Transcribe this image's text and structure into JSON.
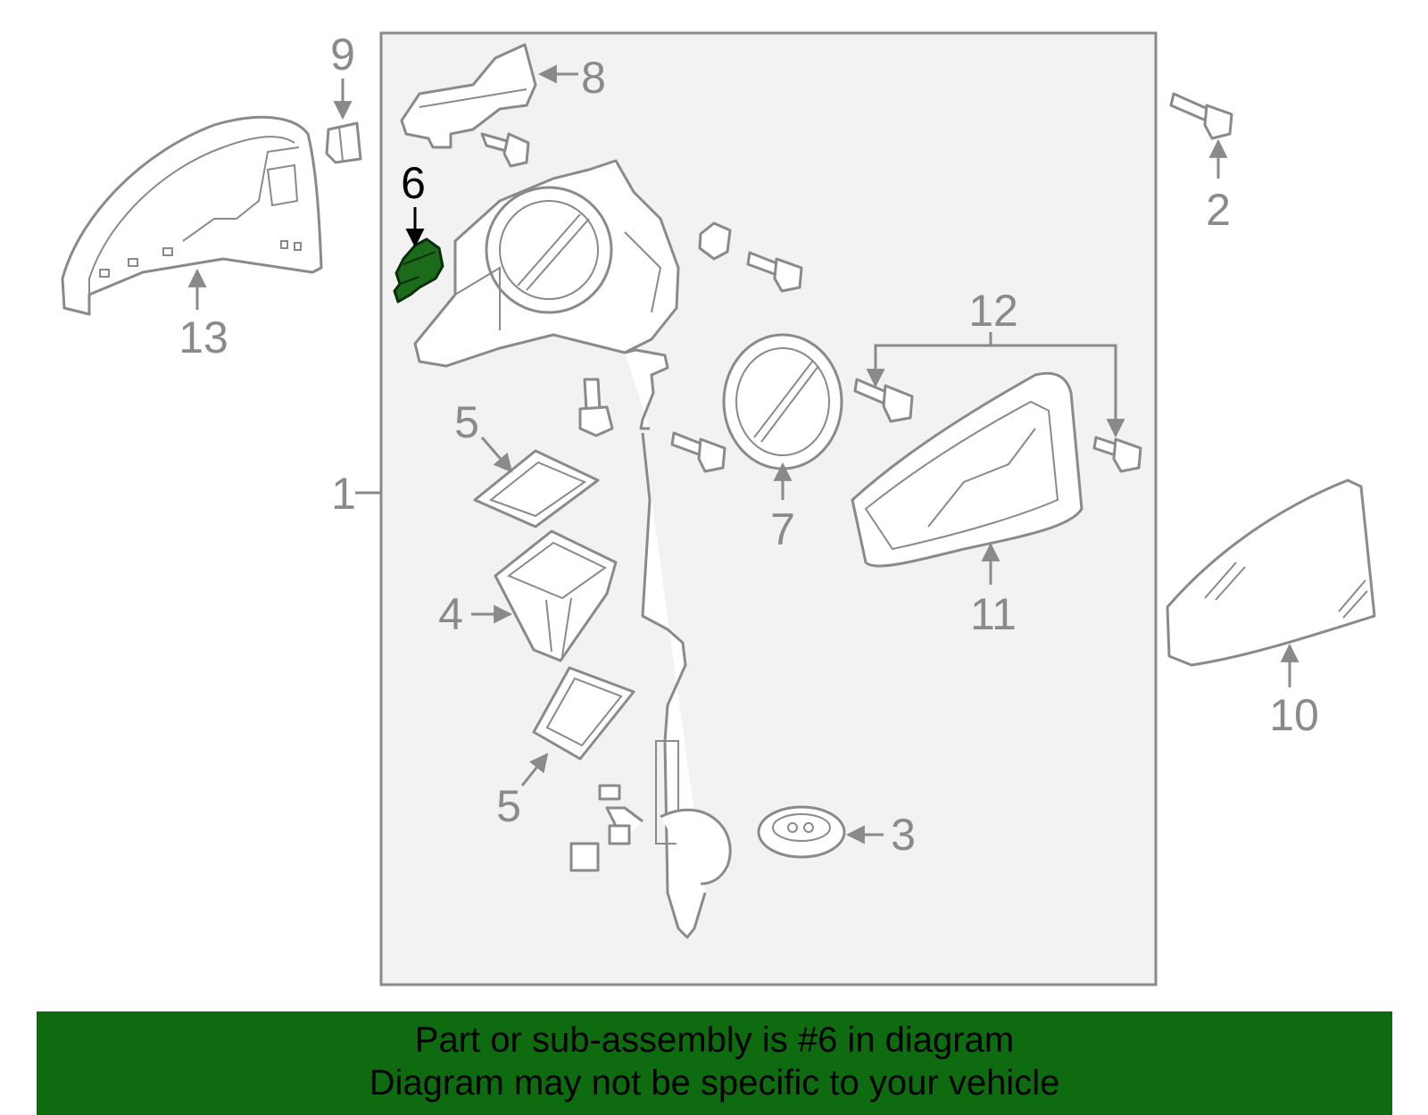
{
  "diagram": {
    "highlight_color": "#1b6b1b",
    "banner_color": "#0f6b0f",
    "callouts": {
      "c1": "1",
      "c2": "2",
      "c3": "3",
      "c4": "4",
      "c5a": "5",
      "c5b": "5",
      "c6": "6",
      "c7": "7",
      "c8": "8",
      "c9": "9",
      "c10": "10",
      "c11": "11",
      "c12": "12",
      "c13": "13"
    },
    "highlighted_part": "6"
  },
  "banner": {
    "line1": "Part or sub-assembly is #6 in diagram",
    "line2": "Diagram may not be specific to your vehicle"
  }
}
